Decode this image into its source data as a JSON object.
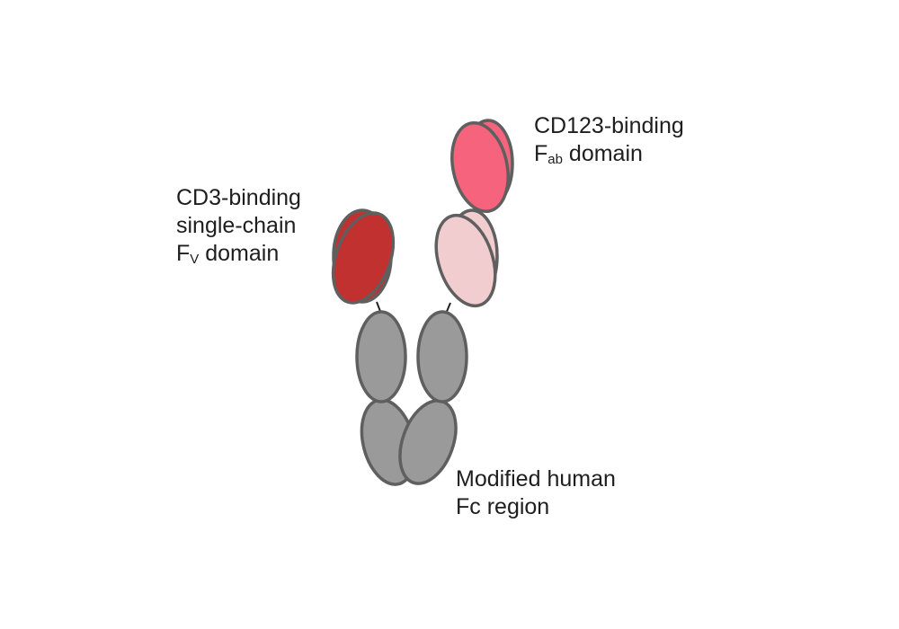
{
  "labels": {
    "cd3": {
      "line1": "CD3-binding",
      "line2": "single-chain",
      "line3_main": "F",
      "line3_sub": "V",
      "line3_rest": " domain"
    },
    "cd123": {
      "line1": "CD123-binding",
      "line2_main": "F",
      "line2_sub": "ab",
      "line2_rest": " domain"
    },
    "fc": {
      "line1": "Modified human",
      "line2": "Fc region"
    }
  },
  "colors": {
    "cd3_scfv": "#c0312f",
    "fab_upper": "#f5637c",
    "fab_lower": "#f2cdd0",
    "fc": "#9a9a9a",
    "outline": "#5f5f5f"
  }
}
